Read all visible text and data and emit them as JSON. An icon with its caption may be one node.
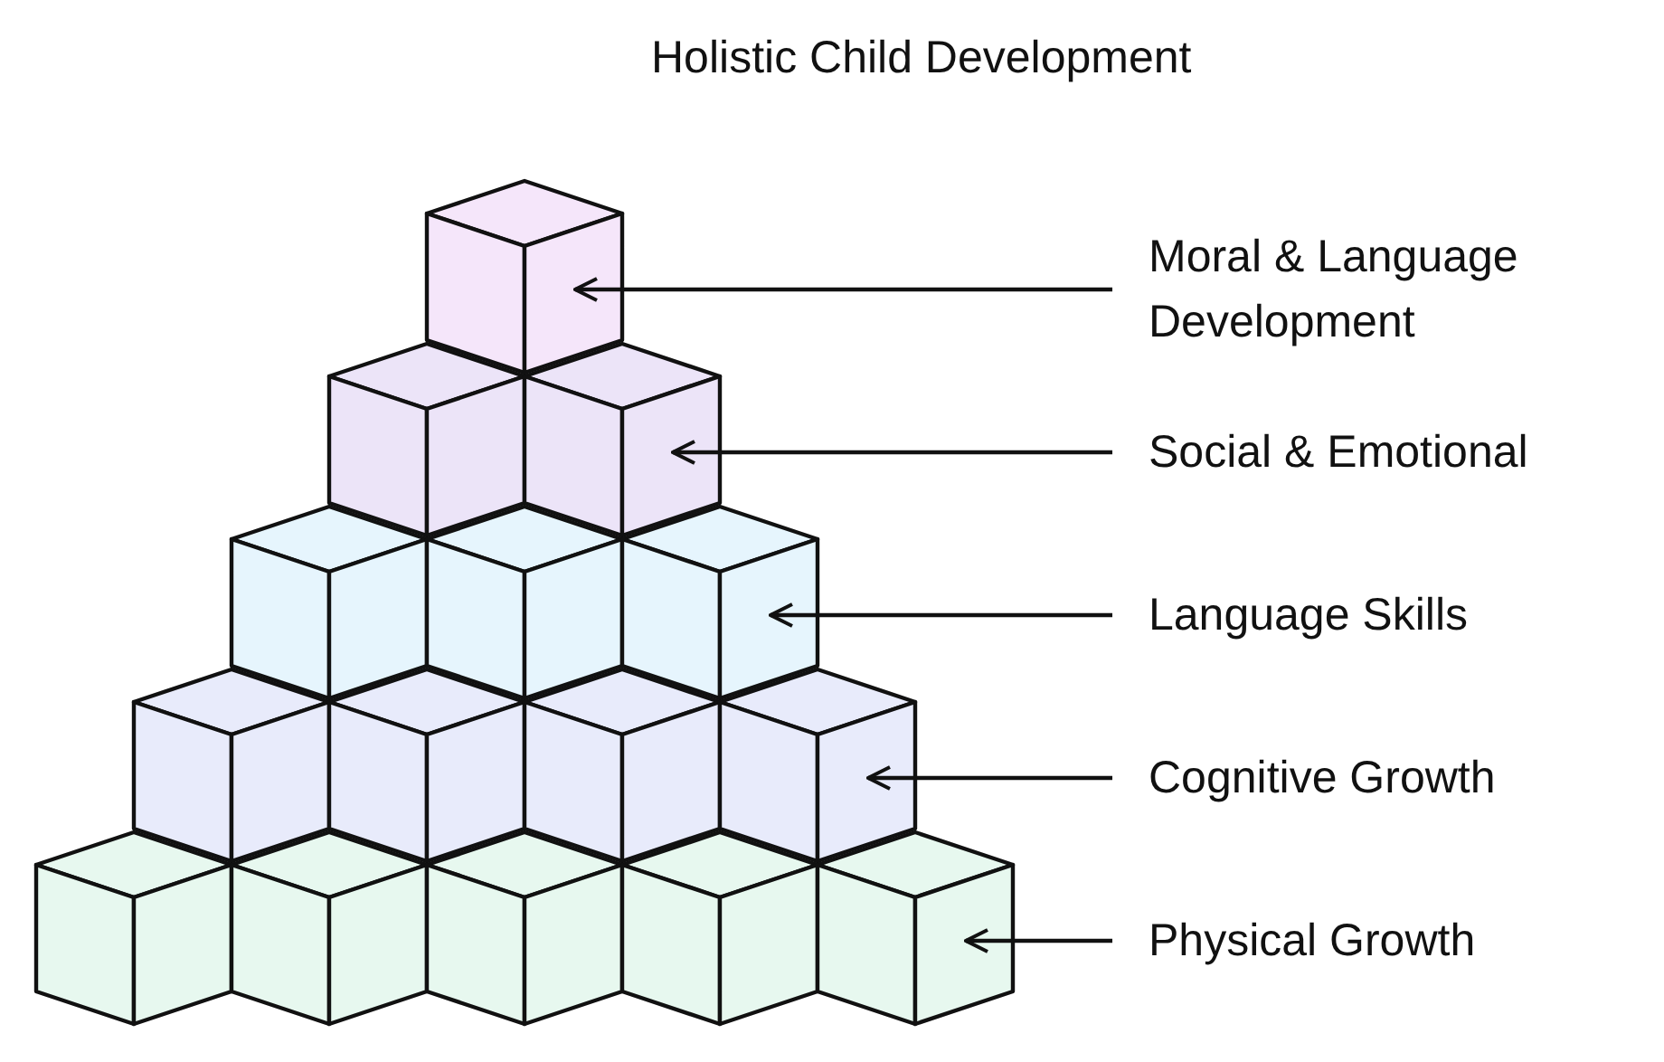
{
  "diagram": {
    "title": "Holistic Child Development",
    "nodes": [
      {
        "text": [
          "Moral & Language Development"
        ]
      },
      {
        "text": [
          "Social & Emotional"
        ]
      },
      {
        "text": [
          "Language Skills"
        ]
      },
      {
        "text": [
          "Cognitive Growth"
        ]
      },
      {
        "text": [
          "Physical Growth"
        ]
      },
      {
        "text": [],
        "shape": "cube"
      },
      {
        "text": [],
        "shape": "cube"
      },
      {
        "text": [],
        "shape": "cube"
      },
      {
        "text": [],
        "shape": "cube"
      },
      {
        "text": [],
        "shape": "cube"
      },
      {
        "text": [],
        "shape": "cube"
      },
      {
        "text": [],
        "shape": "cube"
      },
      {
        "text": [],
        "shape": "cube"
      },
      {
        "text": [],
        "shape": "cube"
      },
      {
        "text": [],
        "shape": "cube"
      },
      {
        "text": [],
        "shape": "cube"
      },
      {
        "text": [],
        "shape": "cube"
      },
      {
        "text": [],
        "shape": "cube"
      },
      {
        "text": [],
        "shape": "cube"
      },
      {
        "text": [],
        "shape": "cube"
      }
    ],
    "edges": [
      {
        "from": 0,
        "to": 5,
        "arrow": "to"
      },
      {
        "from": 1,
        "to": 7,
        "arrow": "to"
      },
      {
        "from": 2,
        "to": 10,
        "arrow": "to"
      },
      {
        "from": 3,
        "to": 14,
        "arrow": "to"
      },
      {
        "from": 4,
        "to": 19,
        "arrow": "to"
      }
    ]
  }
}
